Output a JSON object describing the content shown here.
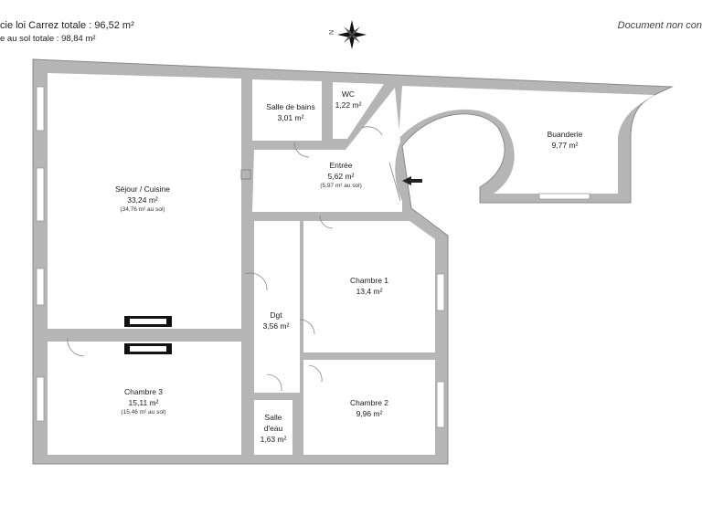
{
  "header": {
    "carrez_total": "cie loi Carrez totale :  96,52 m²",
    "floor_total": "e au sol totale :  98,84 m²",
    "disclaimer": "Document non con"
  },
  "compass": {
    "north_label": "N"
  },
  "rooms": {
    "sejour": {
      "name": "Séjour / Cuisine",
      "area": "33,24 m²",
      "note": "(34,76 m² au sol)"
    },
    "bains": {
      "name": "Salle de bains",
      "area": "3,01 m²"
    },
    "wc": {
      "name": "WC",
      "area": "1,22 m²"
    },
    "entree": {
      "name": "Entrée",
      "area": "5,62 m²",
      "note": "(5,97 m² au sol)"
    },
    "buanderie": {
      "name": "Buanderie",
      "area": "9,77 m²"
    },
    "chambre1": {
      "name": "Chambre 1",
      "area": "13,4 m²"
    },
    "dgt": {
      "name": "Dgt",
      "area": "3,56 m²"
    },
    "chambre3": {
      "name": "Chambre 3",
      "area": "15,11 m²",
      "note": "(15,46 m² au sol)"
    },
    "chambre2": {
      "name": "Chambre 2",
      "area": "9,96 m²"
    },
    "eau": {
      "name_line1": "Salle",
      "name_line2": "d'eau",
      "area": "1,63 m²"
    }
  },
  "colors": {
    "wall": "#b3b3b3",
    "wall_stroke": "#8c8c8c",
    "floor": "#ffffff",
    "furniture": "#111111",
    "window": "#9a9a9a"
  }
}
